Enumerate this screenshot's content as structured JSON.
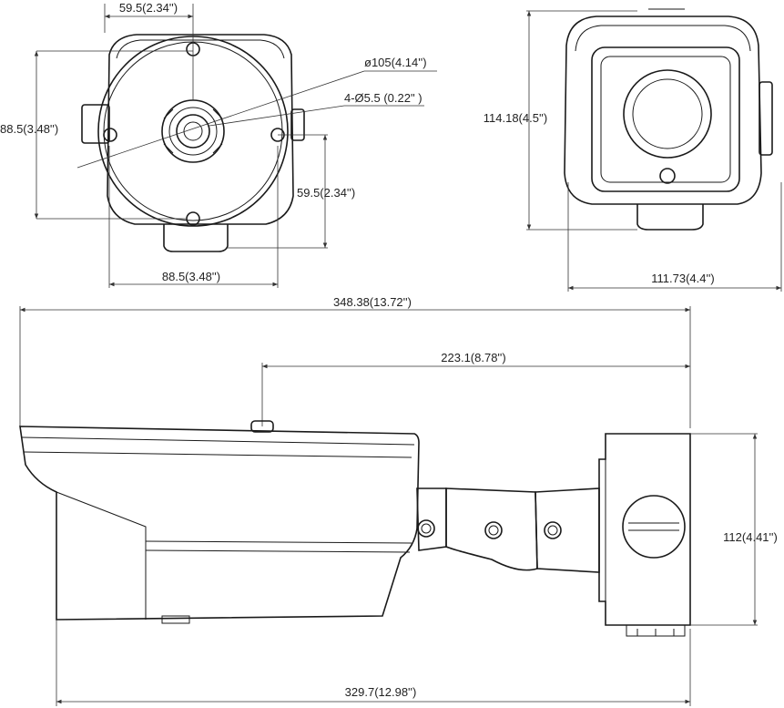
{
  "views": {
    "mount_base": {
      "dim_top_width": "59.5(2.34'')",
      "dim_left_height": "88.5(3.48'')",
      "dim_right_height": "59.5(2.34'')",
      "dim_bottom_width": "88.5(3.48'')",
      "callout_diameter": "ø105(4.14'')",
      "callout_holes": "4-Ø5.5 (0.22\" )"
    },
    "front": {
      "dim_height": "114.18(4.5'')",
      "dim_width": "111.73(4.4'')"
    },
    "side": {
      "dim_overall_length": "348.38(13.72'')",
      "dim_mount_to_rear": "223.1(8.78'')",
      "dim_base_height": "112(4.41'')",
      "dim_bottom_length": "329.7(12.98'')"
    }
  }
}
